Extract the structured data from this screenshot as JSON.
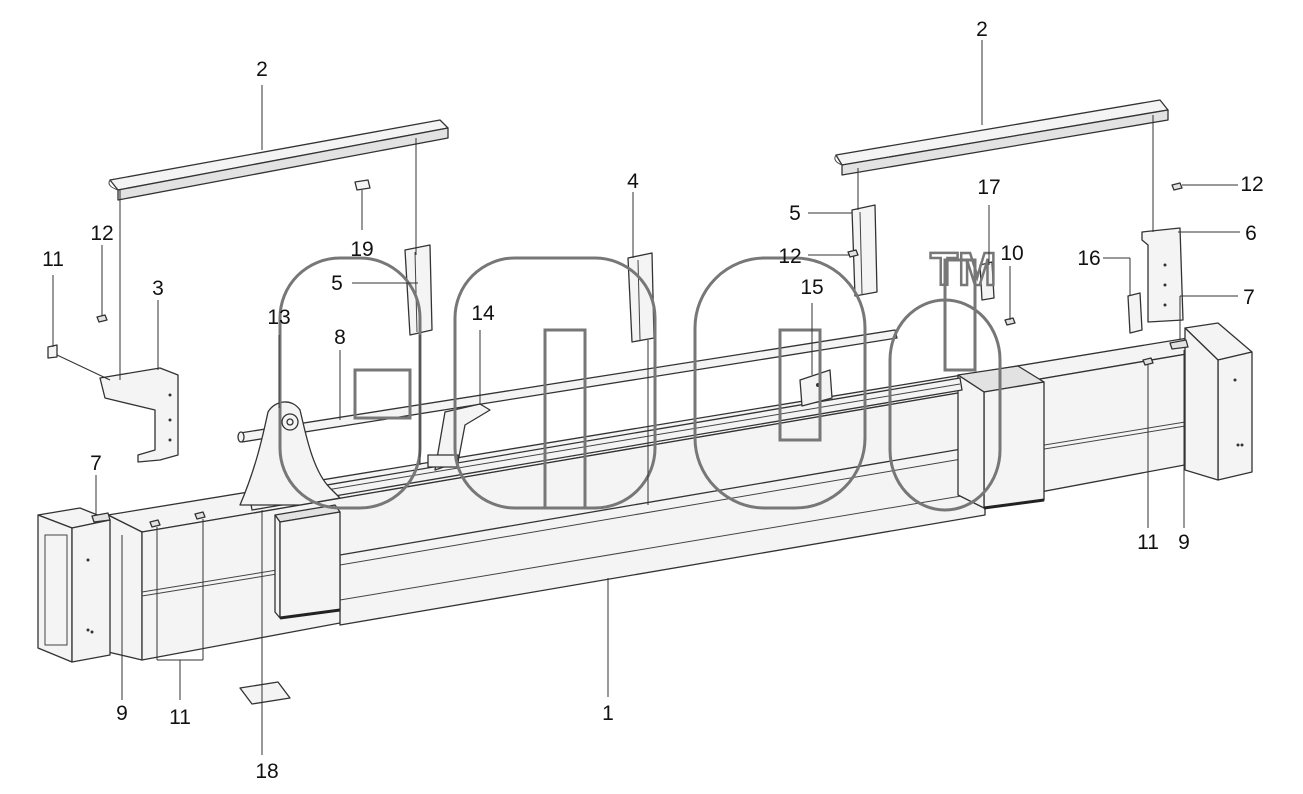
{
  "diagram": {
    "callouts": [
      {
        "id": "c1",
        "label": "1"
      },
      {
        "id": "c2a",
        "label": "2"
      },
      {
        "id": "c2b",
        "label": "2"
      },
      {
        "id": "c3",
        "label": "3"
      },
      {
        "id": "c4",
        "label": "4"
      },
      {
        "id": "c5a",
        "label": "5"
      },
      {
        "id": "c5b",
        "label": "5"
      },
      {
        "id": "c6",
        "label": "6"
      },
      {
        "id": "c7a",
        "label": "7"
      },
      {
        "id": "c7b",
        "label": "7"
      },
      {
        "id": "c8",
        "label": "8"
      },
      {
        "id": "c9a",
        "label": "9"
      },
      {
        "id": "c9b",
        "label": "9"
      },
      {
        "id": "c10",
        "label": "10"
      },
      {
        "id": "c11a",
        "label": "11"
      },
      {
        "id": "c11b",
        "label": "11"
      },
      {
        "id": "c11c",
        "label": "11"
      },
      {
        "id": "c12a",
        "label": "12"
      },
      {
        "id": "c12b",
        "label": "12"
      },
      {
        "id": "c12c",
        "label": "12"
      },
      {
        "id": "c13",
        "label": "13"
      },
      {
        "id": "c14",
        "label": "14"
      },
      {
        "id": "c15",
        "label": "15"
      },
      {
        "id": "c16",
        "label": "16"
      },
      {
        "id": "c17",
        "label": "17"
      },
      {
        "id": "c18",
        "label": "18"
      },
      {
        "id": "c19",
        "label": "19"
      }
    ],
    "watermark": {
      "text": "TM"
    }
  }
}
